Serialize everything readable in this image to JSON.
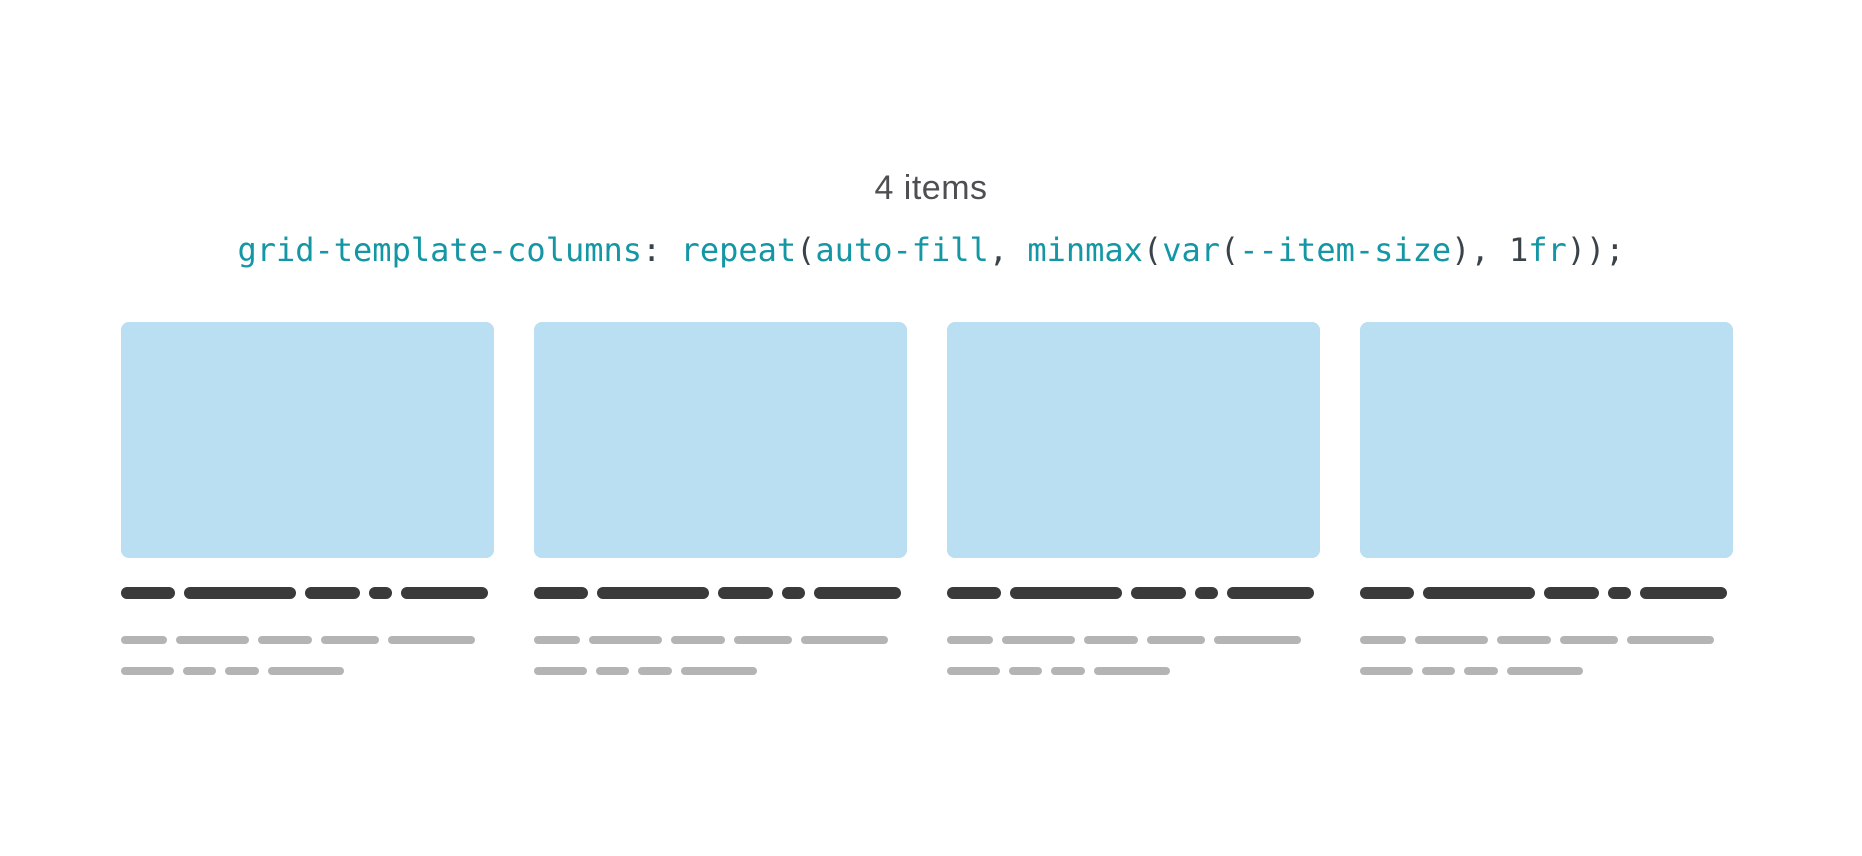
{
  "header": {
    "title": "4 items"
  },
  "code": {
    "full_text": "grid-template-columns: repeat(auto-fill, minmax(var(--item-size), 1fr));",
    "tokens": [
      {
        "text": "grid-template-columns",
        "type": "property"
      },
      {
        "text": ": ",
        "type": "punctuation"
      },
      {
        "text": "repeat",
        "type": "function"
      },
      {
        "text": "(",
        "type": "punctuation"
      },
      {
        "text": "auto-fill",
        "type": "keyword"
      },
      {
        "text": ", ",
        "type": "punctuation"
      },
      {
        "text": "minmax",
        "type": "function"
      },
      {
        "text": "(",
        "type": "punctuation"
      },
      {
        "text": "var",
        "type": "function"
      },
      {
        "text": "(",
        "type": "punctuation"
      },
      {
        "text": "--item-size",
        "type": "custom-property"
      },
      {
        "text": "), ",
        "type": "punctuation"
      },
      {
        "text": "1",
        "type": "number"
      },
      {
        "text": "fr",
        "type": "unit"
      },
      {
        "text": "));",
        "type": "punctuation"
      }
    ]
  },
  "grid": {
    "item_count": 4,
    "skeleton": {
      "title_row_widths": [
        54,
        112,
        55,
        23,
        87
      ],
      "text_row_1_widths": [
        46,
        73,
        54,
        58,
        87
      ],
      "text_row_2_widths": [
        53,
        33,
        34,
        76
      ]
    }
  },
  "colors": {
    "background": "#ffffff",
    "heading_text": "#4f4f53",
    "code_accent": "#1496a5",
    "code_punctuation": "#3b434a",
    "card_image_blue": "#badef2",
    "skeleton_title_dark": "#3a3a3a",
    "skeleton_text_gray": "#b4b4b4"
  }
}
